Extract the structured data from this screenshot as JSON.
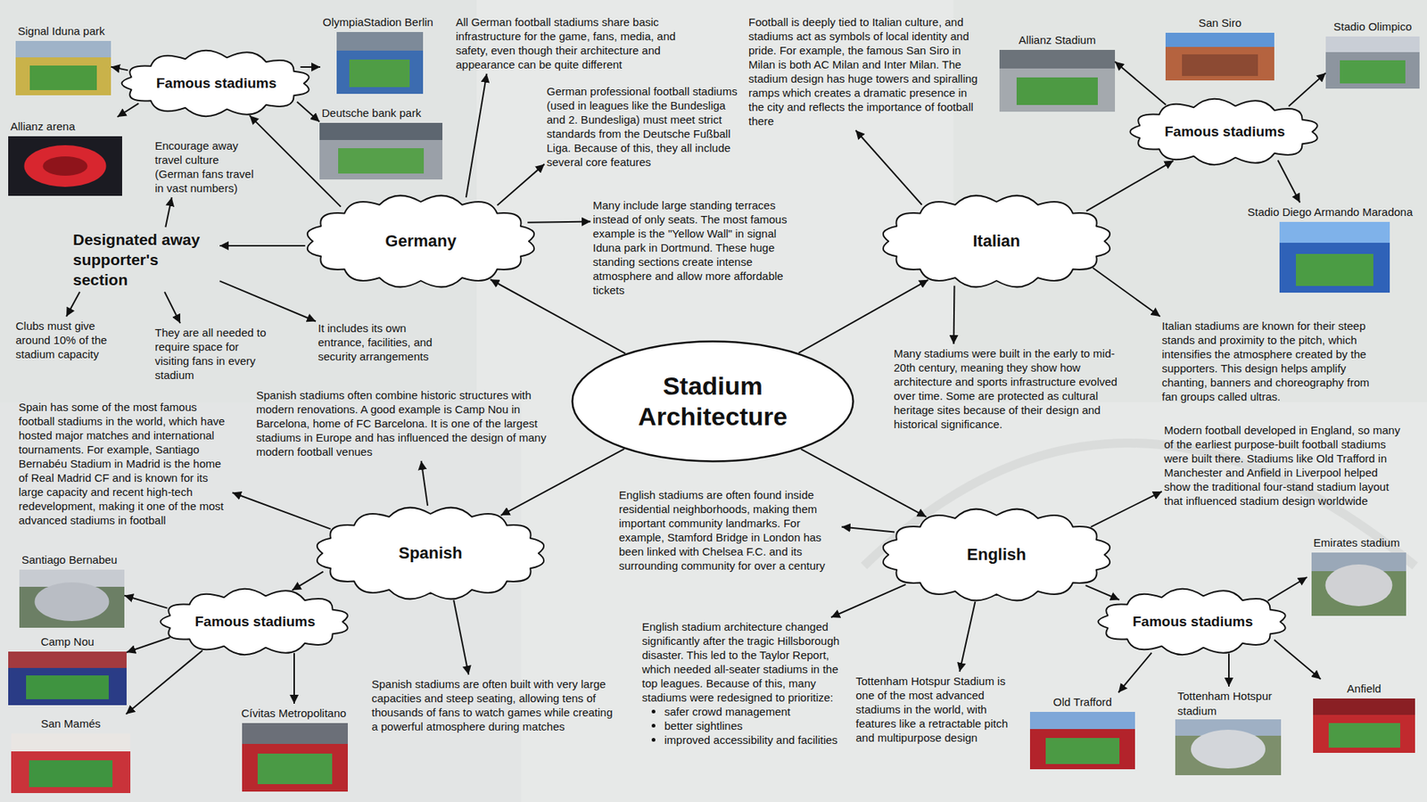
{
  "diagram": {
    "nodes": [
      {
        "text": [
          "Stadium Architecture"
        ]
      },
      {
        "text": [
          "Germany"
        ]
      },
      {
        "text": [
          "Famous stadiums"
        ]
      },
      {
        "text": [
          "Signal Iduna park"
        ]
      },
      {
        "text": [
          "OlympiaStadion Berlin"
        ]
      },
      {
        "text": [
          "Allianz arena"
        ]
      },
      {
        "text": [
          "Deutsche bank park"
        ]
      },
      {
        "text": [
          "All German football stadiums share basic infrastructure for the game, fans, media, and safety, even though their architecture and appearance can be quite different"
        ]
      },
      {
        "text": [
          "German professional football stadiums (used in leagues like the Bundesliga and 2. Bundesliga) must meet strict standards from the Deutsche Fußball Liga. Because of this, they all include several core features"
        ]
      },
      {
        "text": [
          "Many include large standing terraces instead of only seats. The most famous example is the \"Yellow Wall\" in signal Iduna park in Dortmund. These huge standing sections create intense atmosphere and allow more affordable tickets"
        ]
      },
      {
        "text": [
          "Designated away supporter's section"
        ]
      },
      {
        "text": [
          "Encourage away travel culture (German fans travel in vast numbers)"
        ]
      },
      {
        "text": [
          "Clubs must give around 10% of the stadium capacity"
        ]
      },
      {
        "text": [
          "They are all needed to require space for visiting fans in every stadium"
        ]
      },
      {
        "text": [
          "It includes its own entrance, facilities, and security arrangements"
        ]
      },
      {
        "text": [
          "Italian"
        ]
      },
      {
        "text": [
          "Famous stadiums"
        ]
      },
      {
        "text": [
          "Allianz Stadium"
        ]
      },
      {
        "text": [
          "San Siro"
        ]
      },
      {
        "text": [
          "Stadio Olimpico"
        ]
      },
      {
        "text": [
          "Stadio Diego Armando Maradona"
        ]
      },
      {
        "text": [
          "Football is deeply tied to Italian culture, and stadiums act as symbols of local identity and pride. For example, the famous San Siro in Milan is both AC Milan and Inter Milan. The stadium design has huge towers and spiralling ramps which creates a dramatic presence in the city and reflects the importance of football there"
        ]
      },
      {
        "text": [
          "Many stadiums were built in the early to mid-20th century, meaning they show how architecture and sports infrastructure evolved over time. Some are protected as cultural heritage sites because of their design and historical significance."
        ]
      },
      {
        "text": [
          "Italian stadiums are known for their steep stands and proximity to the pitch, which intensifies the atmosphere created by the supporters. This design helps amplify chanting, banners and choreography from fan groups called ultras."
        ]
      },
      {
        "text": [
          "Spanish"
        ]
      },
      {
        "text": [
          "Famous stadiums"
        ]
      },
      {
        "text": [
          "Santiago Bernabeu"
        ]
      },
      {
        "text": [
          "Camp Nou"
        ]
      },
      {
        "text": [
          "San Mamés"
        ]
      },
      {
        "text": [
          "Cívitas Metropolitano"
        ]
      },
      {
        "text": [
          "Spanish stadiums often combine historic structures with modern renovations. A good example is Camp Nou in Barcelona, home of FC Barcelona. It is one of the largest stadiums in Europe and has influenced the design of many modern football venues"
        ]
      },
      {
        "text": [
          "Spain has some of the most famous football stadiums in the world, which have hosted major matches and international tournaments. For example, Santiago Bernabéu Stadium in Madrid is the home of Real Madrid CF and is known for its large capacity and recent high-tech redevelopment, making it one of the most advanced stadiums in football"
        ]
      },
      {
        "text": [
          "Spanish stadiums are often built with very large capacities and steep seating, allowing tens of thousands of fans to watch games while creating a powerful atmosphere during matches"
        ]
      },
      {
        "text": [
          "English"
        ]
      },
      {
        "text": [
          "Famous stadiums"
        ]
      },
      {
        "text": [
          "Emirates stadium"
        ]
      },
      {
        "text": [
          "Old Trafford"
        ]
      },
      {
        "text": [
          "Tottenham Hotspur stadium"
        ]
      },
      {
        "text": [
          "Anfield"
        ]
      },
      {
        "text": [
          "Modern football developed in England, so many of the earliest purpose-built football stadiums were built there. Stadiums like Old Trafford in Manchester and Anfield in Liverpool helped show the traditional four-stand stadium layout that influenced stadium design worldwide"
        ]
      },
      {
        "text": [
          "English stadiums are often found inside residential neighborhoods, making them important community landmarks. For example, Stamford Bridge in London has been linked with Chelsea F.C. and its surrounding community for over a century"
        ]
      },
      {
        "text": [
          "English stadium architecture changed significantly after the tragic Hillsborough disaster. This led to the Taylor Report, which needed all-seater stadiums in the top leagues. Because of this, many stadiums were redesigned to prioritize:",
          "safer crowd management",
          "better sightlines",
          "improved accessibility and facilities"
        ]
      },
      {
        "text": [
          "Tottenham Hotspur Stadium is one of the most advanced stadiums in the world, with features like a retractable pitch and multipurpose design"
        ]
      }
    ],
    "edges": [
      {
        "from": 0,
        "to": 1,
        "arrow": "to"
      },
      {
        "from": 0,
        "to": 15,
        "arrow": "to"
      },
      {
        "from": 0,
        "to": 24,
        "arrow": "to"
      },
      {
        "from": 0,
        "to": 33,
        "arrow": "to"
      },
      {
        "from": 1,
        "to": 2,
        "arrow": "to"
      },
      {
        "from": 1,
        "to": 7,
        "arrow": "to"
      },
      {
        "from": 1,
        "to": 8,
        "arrow": "to"
      },
      {
        "from": 1,
        "to": 9,
        "arrow": "to"
      },
      {
        "from": 1,
        "to": 10,
        "arrow": "to"
      },
      {
        "from": 2,
        "to": 3,
        "arrow": "to"
      },
      {
        "from": 2,
        "to": 4,
        "arrow": "to"
      },
      {
        "from": 2,
        "to": 5,
        "arrow": "to"
      },
      {
        "from": 2,
        "to": 6,
        "arrow": "to"
      },
      {
        "from": 10,
        "to": 11,
        "arrow": "to"
      },
      {
        "from": 10,
        "to": 12,
        "arrow": "to"
      },
      {
        "from": 10,
        "to": 13,
        "arrow": "to"
      },
      {
        "from": 10,
        "to": 14,
        "arrow": "to"
      },
      {
        "from": 15,
        "to": 21,
        "arrow": "to"
      },
      {
        "from": 15,
        "to": 16,
        "arrow": "to"
      },
      {
        "from": 15,
        "to": 22,
        "arrow": "to"
      },
      {
        "from": 15,
        "to": 23,
        "arrow": "to"
      },
      {
        "from": 16,
        "to": 17,
        "arrow": "to"
      },
      {
        "from": 16,
        "to": 19,
        "arrow": "to"
      },
      {
        "from": 16,
        "to": 20,
        "arrow": "to"
      },
      {
        "from": 24,
        "to": 30,
        "arrow": "to"
      },
      {
        "from": 24,
        "to": 31,
        "arrow": "to"
      },
      {
        "from": 24,
        "to": 25,
        "arrow": "to"
      },
      {
        "from": 24,
        "to": 32,
        "arrow": "to"
      },
      {
        "from": 25,
        "to": 26,
        "arrow": "to"
      },
      {
        "from": 25,
        "to": 27,
        "arrow": "to"
      },
      {
        "from": 25,
        "to": 28,
        "arrow": "to"
      },
      {
        "from": 25,
        "to": 29,
        "arrow": "to"
      },
      {
        "from": 33,
        "to": 39,
        "arrow": "to"
      },
      {
        "from": 33,
        "to": 40,
        "arrow": "to"
      },
      {
        "from": 33,
        "to": 41,
        "arrow": "to"
      },
      {
        "from": 33,
        "to": 42,
        "arrow": "to"
      },
      {
        "from": 33,
        "to": 34,
        "arrow": "to"
      },
      {
        "from": 34,
        "to": 35,
        "arrow": "to"
      },
      {
        "from": 34,
        "to": 36,
        "arrow": "to"
      },
      {
        "from": 34,
        "to": 37,
        "arrow": "to"
      },
      {
        "from": 34,
        "to": 38,
        "arrow": "to"
      }
    ]
  }
}
